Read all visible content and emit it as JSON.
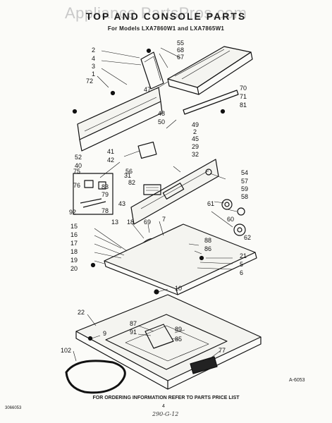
{
  "header": {
    "watermark": "Appliance PartsPros.com",
    "title": "TOP AND CONSOLE PARTS",
    "subtitle": "For Models LXA7860W1 and LXA7865W1"
  },
  "footer": {
    "ordering": "FOR ORDERING INFORMATION REFER TO PARTS PRICE LIST",
    "page_number": "4",
    "handwritten": "290-G-12",
    "side_code": "3066053",
    "diagram_code": "A-6053"
  },
  "callouts": [
    {
      "id": "c55",
      "label": "55"
    },
    {
      "id": "c68",
      "label": "68"
    },
    {
      "id": "c67",
      "label": "67"
    },
    {
      "id": "c2a",
      "label": "2"
    },
    {
      "id": "c4",
      "label": "4"
    },
    {
      "id": "c3",
      "label": "3"
    },
    {
      "id": "c1",
      "label": "1"
    },
    {
      "id": "c72",
      "label": "72"
    },
    {
      "id": "c47",
      "label": "47"
    },
    {
      "id": "c70",
      "label": "70"
    },
    {
      "id": "c71",
      "label": "71"
    },
    {
      "id": "c81",
      "label": "81"
    },
    {
      "id": "c48",
      "label": "48"
    },
    {
      "id": "c50",
      "label": "50"
    },
    {
      "id": "c49",
      "label": "49"
    },
    {
      "id": "c2b",
      "label": "2"
    },
    {
      "id": "c45",
      "label": "45"
    },
    {
      "id": "c29",
      "label": "29"
    },
    {
      "id": "c32",
      "label": "32"
    },
    {
      "id": "c41",
      "label": "41"
    },
    {
      "id": "c42",
      "label": "42"
    },
    {
      "id": "c52",
      "label": "52"
    },
    {
      "id": "c40",
      "label": "40"
    },
    {
      "id": "c56",
      "label": "56"
    },
    {
      "id": "c82",
      "label": "82"
    },
    {
      "id": "c31",
      "label": "31"
    },
    {
      "id": "c75",
      "label": "75"
    },
    {
      "id": "c76",
      "label": "76"
    },
    {
      "id": "c83",
      "label": "83"
    },
    {
      "id": "c79",
      "label": "79"
    },
    {
      "id": "c92",
      "label": "92"
    },
    {
      "id": "c78",
      "label": "78"
    },
    {
      "id": "c43",
      "label": "43"
    },
    {
      "id": "c54",
      "label": "54"
    },
    {
      "id": "c57",
      "label": "57"
    },
    {
      "id": "c59",
      "label": "59"
    },
    {
      "id": "c58",
      "label": "58"
    },
    {
      "id": "c61",
      "label": "61"
    },
    {
      "id": "c60",
      "label": "60"
    },
    {
      "id": "c62",
      "label": "62"
    },
    {
      "id": "c15",
      "label": "15"
    },
    {
      "id": "c16",
      "label": "16"
    },
    {
      "id": "c17",
      "label": "17"
    },
    {
      "id": "c18",
      "label": "18"
    },
    {
      "id": "c19",
      "label": "19"
    },
    {
      "id": "c20",
      "label": "20"
    },
    {
      "id": "c13",
      "label": "13"
    },
    {
      "id": "c18b",
      "label": "18"
    },
    {
      "id": "c69",
      "label": "69"
    },
    {
      "id": "c7",
      "label": "7"
    },
    {
      "id": "c88",
      "label": "88"
    },
    {
      "id": "c86",
      "label": "86"
    },
    {
      "id": "c21",
      "label": "21"
    },
    {
      "id": "c5",
      "label": "5"
    },
    {
      "id": "c6",
      "label": "6"
    },
    {
      "id": "c10",
      "label": "10"
    },
    {
      "id": "c22",
      "label": "22"
    },
    {
      "id": "c9",
      "label": "9"
    },
    {
      "id": "c87",
      "label": "87"
    },
    {
      "id": "c91",
      "label": "91"
    },
    {
      "id": "c89",
      "label": "89"
    },
    {
      "id": "c85",
      "label": "85"
    },
    {
      "id": "c102",
      "label": "102"
    },
    {
      "id": "c77",
      "label": "77"
    }
  ]
}
